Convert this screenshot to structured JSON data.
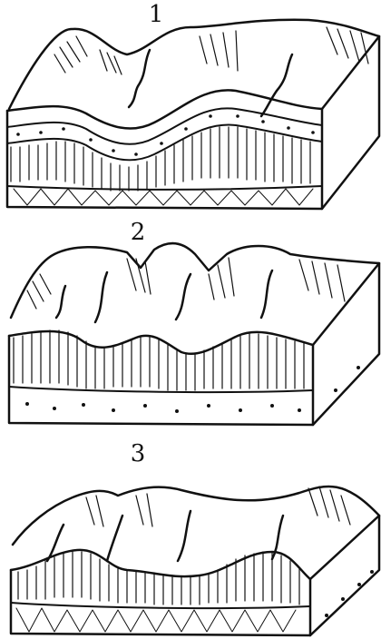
{
  "figure": {
    "blocks": [
      {
        "number": "1",
        "profile": "gentle-ridges"
      },
      {
        "number": "2",
        "profile": "sharp-ridges"
      },
      {
        "number": "3",
        "profile": "asymmetric-ridges"
      }
    ]
  }
}
